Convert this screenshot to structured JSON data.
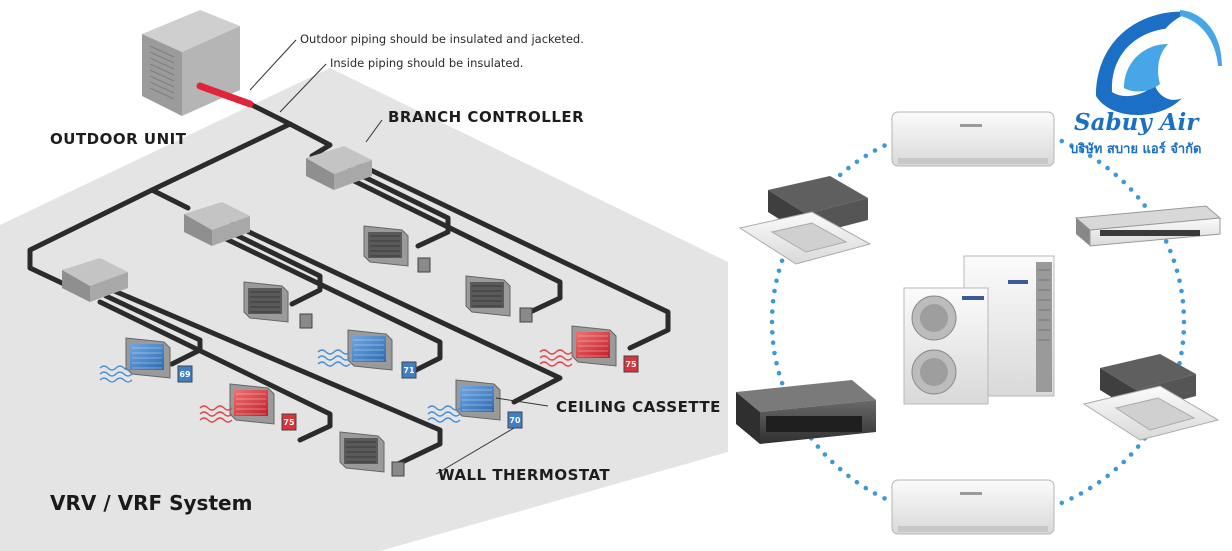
{
  "diagram": {
    "title": "VRV / VRF System",
    "labels": {
      "outdoor_unit": "OUTDOOR UNIT",
      "branch_controller": "BRANCH CONTROLLER",
      "ceiling_cassette": "CEILING CASSETTE",
      "wall_thermostat": "WALL THERMOSTAT"
    },
    "notes": {
      "outdoor_piping": "Outdoor piping should be insulated and jacketed.",
      "inside_piping": "Inside piping should be insulated."
    },
    "thermostat_readings": [
      "69",
      "75",
      "71",
      "70",
      "75"
    ],
    "colors": {
      "cooling": "#3f7fc6",
      "heating": "#d8343a",
      "floor": "#e3e3e3",
      "pipe": "#2b2b2b",
      "hot_pipe": "#e0243a"
    }
  },
  "logo": {
    "brand": "Sabuy Air",
    "subtitle": "บริษัท สบาย แอร์ จำกัด",
    "color": "#1b6fc4"
  },
  "units_ring": {
    "center": "outdoor-condenser",
    "units": [
      "wall-split",
      "ducted",
      "ceiling-cassette",
      "wall-split",
      "ducted",
      "ceiling-cassette"
    ],
    "connector_color": "#3b9ad6"
  }
}
